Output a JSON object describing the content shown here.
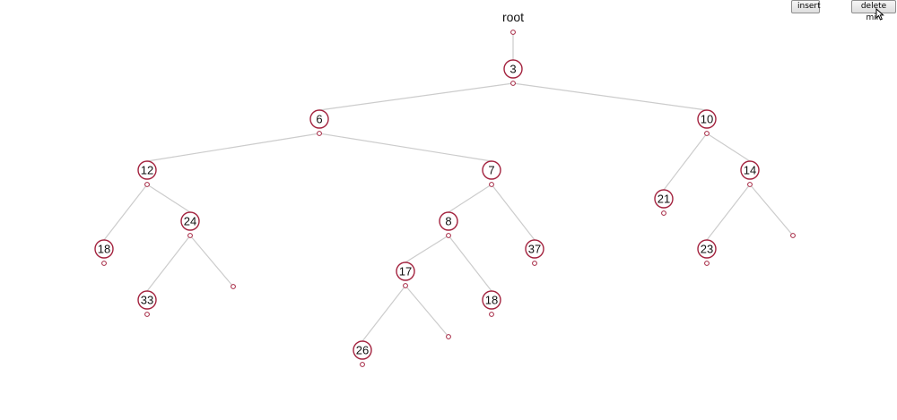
{
  "controls": {
    "insert_label": "insert",
    "delete_min_label": "delete min"
  },
  "tree": {
    "root_label": "root",
    "nodes": [
      {
        "id": "n3",
        "value": "3"
      },
      {
        "id": "n6",
        "value": "6"
      },
      {
        "id": "n10",
        "value": "10"
      },
      {
        "id": "n12",
        "value": "12"
      },
      {
        "id": "n7",
        "value": "7"
      },
      {
        "id": "n21",
        "value": "21"
      },
      {
        "id": "n14",
        "value": "14"
      },
      {
        "id": "n18a",
        "value": "18"
      },
      {
        "id": "n24",
        "value": "24"
      },
      {
        "id": "n8",
        "value": "8"
      },
      {
        "id": "n37",
        "value": "37"
      },
      {
        "id": "n23",
        "value": "23"
      },
      {
        "id": "n33",
        "value": "33"
      },
      {
        "id": "n17",
        "value": "17"
      },
      {
        "id": "n18b",
        "value": "18"
      },
      {
        "id": "n26",
        "value": "26"
      }
    ],
    "edges": [
      [
        "root",
        "n3"
      ],
      [
        "n3",
        "n6"
      ],
      [
        "n3",
        "n10"
      ],
      [
        "n6",
        "n12"
      ],
      [
        "n6",
        "n7"
      ],
      [
        "n10",
        "n21"
      ],
      [
        "n10",
        "n14"
      ],
      [
        "n12",
        "n18a"
      ],
      [
        "n12",
        "n24"
      ],
      [
        "n7",
        "n8"
      ],
      [
        "n7",
        "n37"
      ],
      [
        "n14",
        "n23"
      ],
      [
        "n14",
        "null-14-right"
      ],
      [
        "n24",
        "n33"
      ],
      [
        "n24",
        "null-24-right"
      ],
      [
        "n8",
        "n17"
      ],
      [
        "n8",
        "n18b"
      ],
      [
        "n17",
        "n26"
      ],
      [
        "n17",
        "null-17-right"
      ]
    ],
    "colors": {
      "node_stroke": "#a3223e",
      "edge": "#cccccc",
      "text": "#111111"
    }
  }
}
